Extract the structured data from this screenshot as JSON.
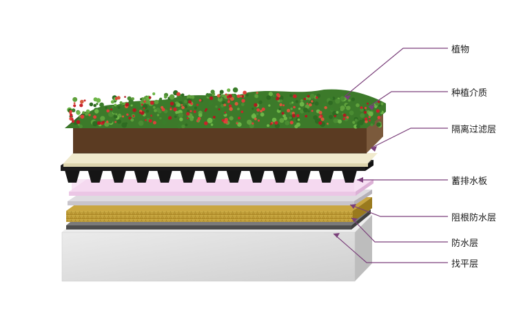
{
  "diagram": {
    "layers": [
      {
        "id": "plants",
        "label": "植物"
      },
      {
        "id": "growing-medium",
        "label": "种植介质"
      },
      {
        "id": "filter-layer",
        "label": "隔离过滤层"
      },
      {
        "id": "drainage-board",
        "label": "蓄排水板"
      },
      {
        "id": "root-barrier",
        "label": "阻根防水层"
      },
      {
        "id": "waterproof",
        "label": "防水层"
      },
      {
        "id": "leveling",
        "label": "找平层"
      }
    ],
    "colors": {
      "leader_line": "#7a3f7a",
      "soil": "#5a3a22",
      "soil_top": "#6b5a3a",
      "filter": "#ece6c8",
      "drain_board": "#1c1c1c",
      "pink": "#f4d6f0",
      "gray_sheet": "#d9d6da",
      "gold": "#c4a035",
      "dark_sheet": "#606060",
      "concrete": "#dcdcdc"
    }
  }
}
